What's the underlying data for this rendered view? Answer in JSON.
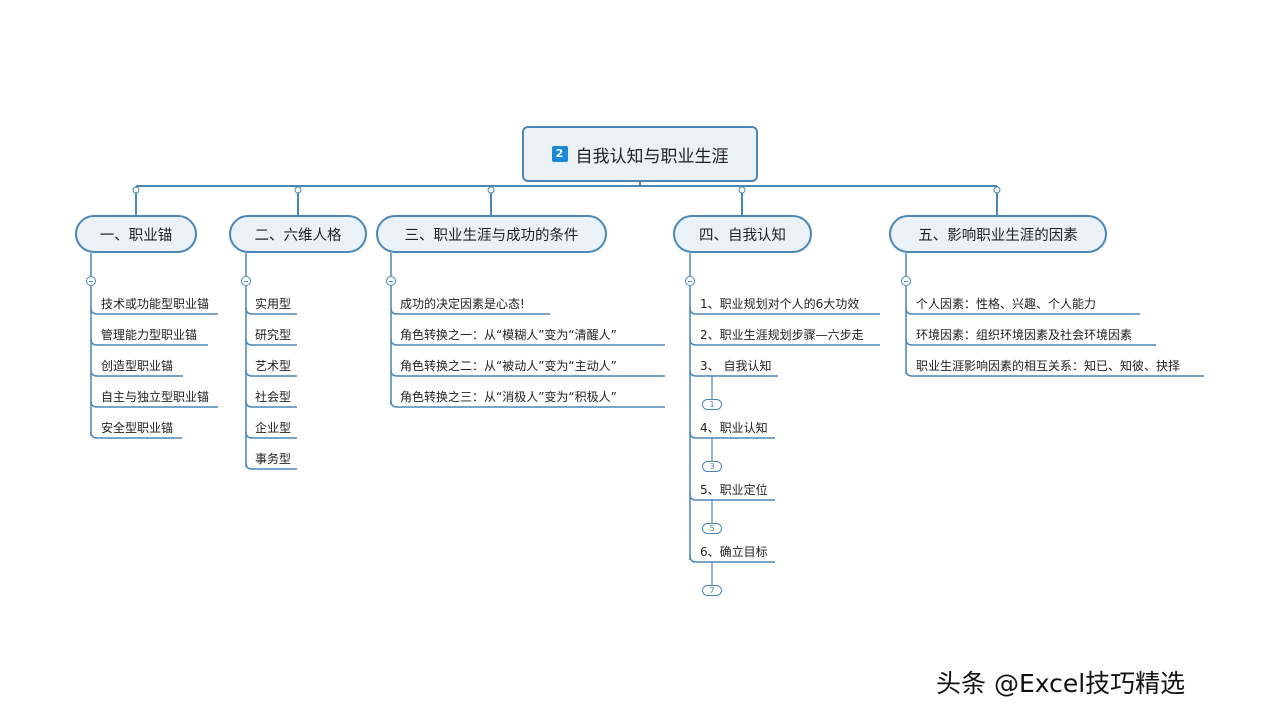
{
  "central": {
    "badge": "2",
    "title": "自我认知与职业生涯"
  },
  "branches": [
    {
      "label": "一、职业锚",
      "children": [
        "技术或功能型职业锚",
        "管理能力型职业锚",
        "创造型职业锚",
        "自主与独立型职业锚",
        "安全型职业锚"
      ]
    },
    {
      "label": "二、六维人格",
      "children": [
        "实用型",
        "研究型",
        "艺术型",
        "社会型",
        "企业型",
        "事务型"
      ]
    },
    {
      "label": "三、职业生涯与成功的条件",
      "children": [
        "成功的决定因素是心态!",
        "角色转换之一：从“模糊人”变为“清醒人”",
        "角色转换之二：从“被动人”变为“主动人”",
        "角色转换之三：从“消极人”变为“积极人”"
      ]
    },
    {
      "label": "四、自我认知",
      "children": [
        "1、职业规划对个人的6大功效",
        "2、职业生涯规划步骤—六步走",
        "3、 自我认知",
        "4、职业认知",
        "5、职业定位",
        "6、确立目标"
      ],
      "collapsed_counts": [
        "1",
        "3",
        "5",
        "7"
      ]
    },
    {
      "label": "五、影响职业生涯的因素",
      "children": [
        "个人因素：性格、兴趣、个人能力",
        "环境因素：组织环境因素及社会环境因素",
        "职业生涯影响因素的相互关系：知已、知彼、抉择"
      ]
    }
  ],
  "watermark": "头条 @Excel技巧精选",
  "colors": {
    "line": "#4a86b6",
    "node_fill": "#eaf1f7",
    "badge": "#1e88d8"
  }
}
